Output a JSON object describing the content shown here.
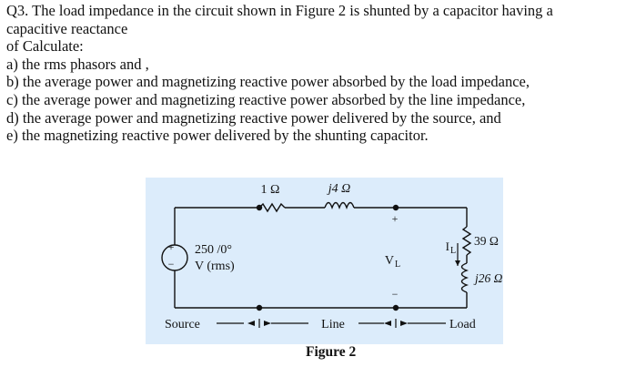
{
  "question": {
    "lines": [
      "Q3. The load impedance in the circuit shown in Figure 2 is shunted by a capacitor having a",
      "capacitive reactance",
      "of Calculate:",
      "a) the rms phasors and ,",
      "b) the average power and magnetizing reactive power absorbed by the load impedance,",
      "c) the average power and magnetizing reactive power absorbed by the line impedance,",
      "d) the average power and magnetizing reactive power delivered by the source, and",
      "e) the magnetizing reactive power delivered by the shunting capacitor."
    ]
  },
  "figure": {
    "caption": "Figure 2",
    "labels": {
      "line_resistance": "1 Ω",
      "line_reactance": "j4 Ω",
      "source_value": "250 /0°",
      "source_unit": "V (rms)",
      "source_plus": "+",
      "source_minus": "−",
      "voltage_label": "V",
      "voltage_sub": "L",
      "vl_plus": "+",
      "vl_minus": "−",
      "current_label": "I",
      "current_sub": "L",
      "load_resistance": "39 Ω",
      "load_reactance": "j26 Ω",
      "source_section": "Source",
      "line_section": "Line",
      "load_section": "Load"
    }
  }
}
